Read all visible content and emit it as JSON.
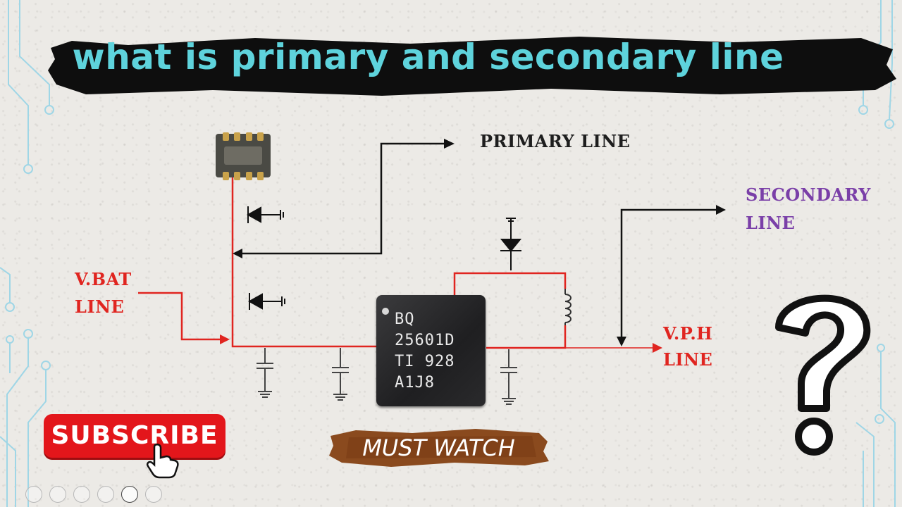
{
  "title": "what is primary and secondary line",
  "labels": {
    "primary": "PRIMARY LINE",
    "secondary_1": "SECONDARY",
    "secondary_2": "LINE",
    "vbat_1": "V.BAT",
    "vbat_2": "LINE",
    "vph_1": "V.P.H",
    "vph_2": "LINE"
  },
  "chip": {
    "lines": [
      "BQ",
      "25601D",
      "TI  928",
      "A1J8"
    ]
  },
  "buttons": {
    "subscribe": "SUBSCRIBE",
    "must_watch": "MUST WATCH"
  },
  "colors": {
    "title_text": "#5ed3dc",
    "trace_red": "#e02520",
    "secondary_label": "#7a3fa8",
    "banner_black": "#0e0e0e"
  },
  "icons": [
    "question-mark-icon",
    "hand-pointer-icon",
    "diode-icon",
    "capacitor-icon",
    "inductor-icon",
    "ground-icon"
  ]
}
